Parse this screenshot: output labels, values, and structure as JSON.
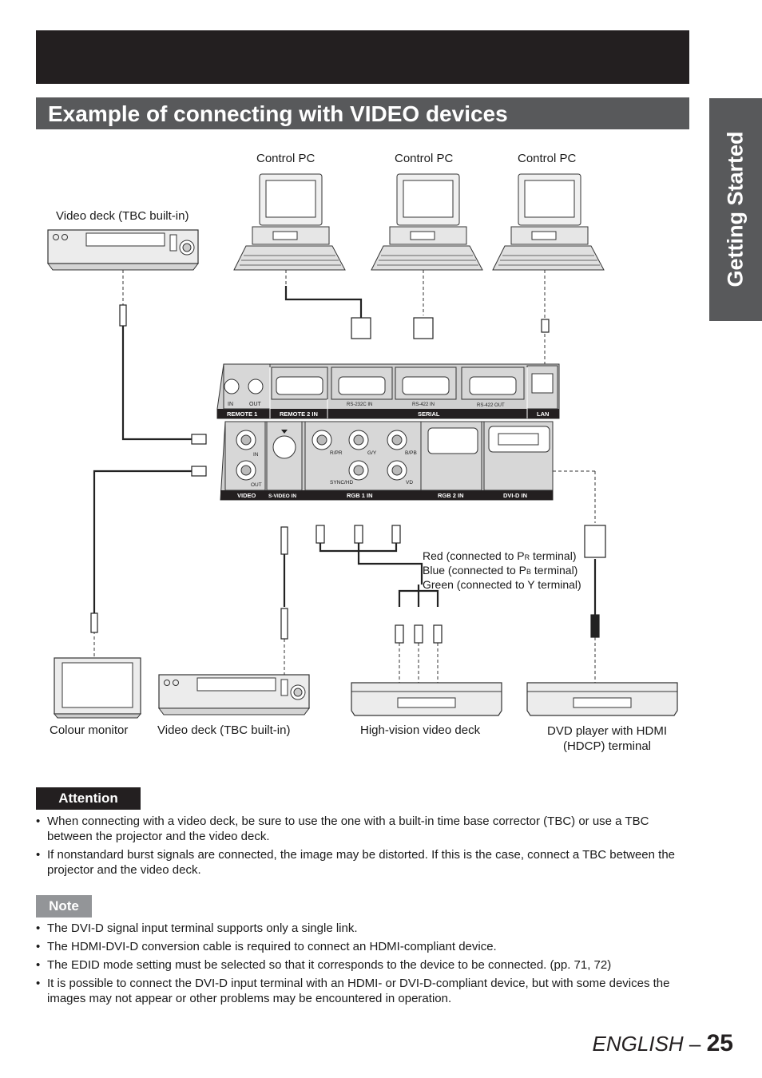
{
  "page": {
    "title": "Example of connecting with VIDEO devices",
    "side_tab": "Getting Started",
    "footer_language": "ENGLISH",
    "footer_dash": " – ",
    "footer_page": "25"
  },
  "diagram": {
    "control_pc_1": "Control PC",
    "control_pc_2": "Control PC",
    "control_pc_3": "Control PC",
    "video_deck_top": "Video deck (TBC built-in)",
    "colour_monitor": "Colour monitor",
    "video_deck_bottom": "Video deck (TBC built-in)",
    "hivision_deck": "High-vision video deck",
    "dvd_player_line1": "DVD player with HDMI",
    "dvd_player_line2": "(HDCP) terminal",
    "red_pre": "Red (connected to P",
    "red_sub": "R",
    "red_post": " terminal)",
    "blue_pre": "Blue (connected to P",
    "blue_sub": "B",
    "blue_post": " terminal)",
    "green": "Green (connected to Y terminal)",
    "panel": {
      "in": "IN",
      "out": "OUT",
      "remote1": "REMOTE 1",
      "remote2": "REMOTE 2 IN",
      "rs232c": "RS-232C IN",
      "rs422in": "RS-422 IN",
      "rs422out": "RS-422 OUT",
      "serial": "SERIAL",
      "lan": "LAN",
      "video": "VIDEO",
      "svideo": "S-VIDEO IN",
      "rgb1": "RGB 1 IN",
      "rgb2": "RGB 2 IN",
      "dvid": "DVI-D IN",
      "rpr": "R/PR",
      "gy": "G/Y",
      "bpb": "B/PB",
      "synchd": "SYNC/HD",
      "vd": "VD",
      "vin": "IN",
      "vout": "OUT"
    }
  },
  "attention": {
    "heading": "Attention",
    "items": [
      "When connecting with a video deck, be sure to use the one with a built-in time base corrector (TBC) or use a TBC between the projector and the video deck.",
      "If nonstandard burst signals are connected, the image may be distorted. If this is the case, connect a TBC between the projector and the video deck."
    ]
  },
  "note": {
    "heading": "Note",
    "items": [
      "The DVI-D signal input terminal supports only a single link.",
      "The HDMI-DVI-D conversion cable is required to connect an HDMI-compliant device.",
      "The EDID mode setting must be selected so that it corresponds to the device to be connected. (pp. 71, 72)",
      "It is possible to connect the DVI-D input terminal with an HDMI- or DVI-D-compliant device, but with some devices the images may not appear or other problems may be encountered in operation."
    ]
  }
}
